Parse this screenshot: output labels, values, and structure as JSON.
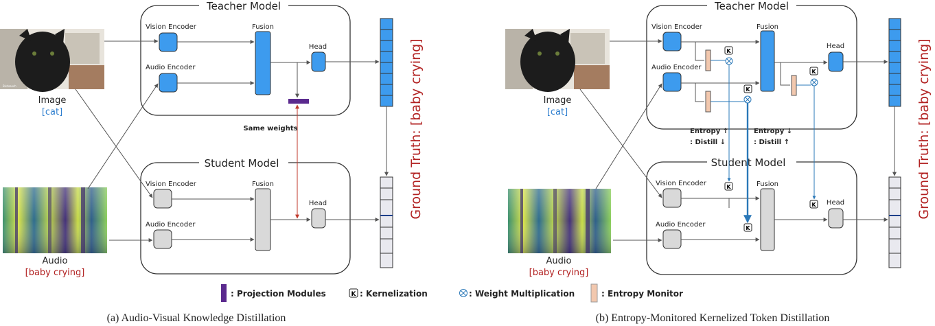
{
  "panel_a": {
    "teacher_title": "Teacher Model",
    "student_title": "Student Model",
    "vision_encoder": "Vision Encoder",
    "audio_encoder": "Audio  Encoder",
    "fusion": "Fusion",
    "head": "Head",
    "same_weights": "Same weights",
    "image_label": "Image",
    "image_class": "[cat]",
    "audio_label": "Audio",
    "audio_class": "[baby crying]",
    "caption": "(a) Audio-Visual Knowledge Distillation"
  },
  "panel_b": {
    "teacher_title": "Teacher Model",
    "student_title": "Student Model",
    "vision_encoder": "Vision Encoder",
    "audio_encoder": "Audio  Encoder",
    "fusion": "Fusion",
    "head": "Head",
    "kernel_symbol": "K",
    "entropy_up_1": "Entropy ↑",
    "entropy_up_2": ": Distill ↓",
    "entropy_down_1": "Entropy ↓",
    "entropy_down_2": ": Distill ↑",
    "image_label": "Image",
    "image_class": "[cat]",
    "audio_label": "Audio",
    "audio_class": "[baby crying]",
    "caption": "(b) Entropy-Monitored Kernelized Token Distillation"
  },
  "ground_truth": "Ground Truth: [baby crying]",
  "image_watermark": "Birdseech",
  "legend": {
    "projection": ": Projection Modules",
    "kernel_symbol": "K",
    "kernelization": ": Kernelization",
    "weight_symbol": "⊗",
    "weight_mult": ": Weight Multiplication",
    "entropy": ": Entropy Monitor"
  },
  "colors": {
    "teacher_blue": "#3d9bee",
    "student_gray": "#d9d9d9",
    "projection_purple": "#5b2a8e",
    "entropy_peach": "#f2c8ae",
    "ground_truth_red": "#b22222",
    "class_blue": "#2f7fcf",
    "class_red": "#b22222",
    "distill_blue": "#2a78b8",
    "same_weights_red": "#c0392b"
  }
}
